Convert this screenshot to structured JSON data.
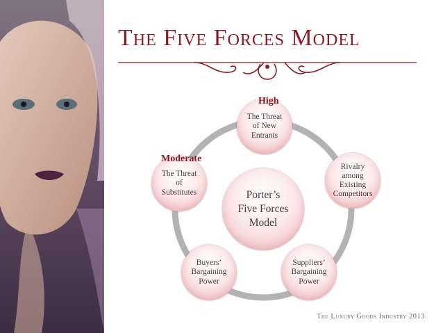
{
  "slide": {
    "title": "The Five Forces Model",
    "footer": "The Luxury Goods Industry 2013"
  },
  "diagram": {
    "center": {
      "lines": [
        "Porter’s",
        "Five Forces",
        "Model"
      ]
    },
    "forces": [
      {
        "id": "new-entrants",
        "rating": "High",
        "lines": [
          "The Threat",
          "of  New",
          "Entrants"
        ]
      },
      {
        "id": "rivalry",
        "lines": [
          "Rivalry",
          "among",
          "Existing",
          "Competitors"
        ]
      },
      {
        "id": "suppliers",
        "lines": [
          "Suppliers’",
          "Bargaining",
          "Power"
        ]
      },
      {
        "id": "buyers",
        "lines": [
          "Buyers’",
          "Bargaining",
          "Power"
        ]
      },
      {
        "id": "substitutes",
        "rating": "Moderate",
        "lines": [
          "The Threat",
          "of",
          "Substitutes"
        ]
      }
    ]
  },
  "colors": {
    "title": "#8b1a22",
    "ring": "#b3b3b3",
    "node": "#f3c9cb"
  }
}
